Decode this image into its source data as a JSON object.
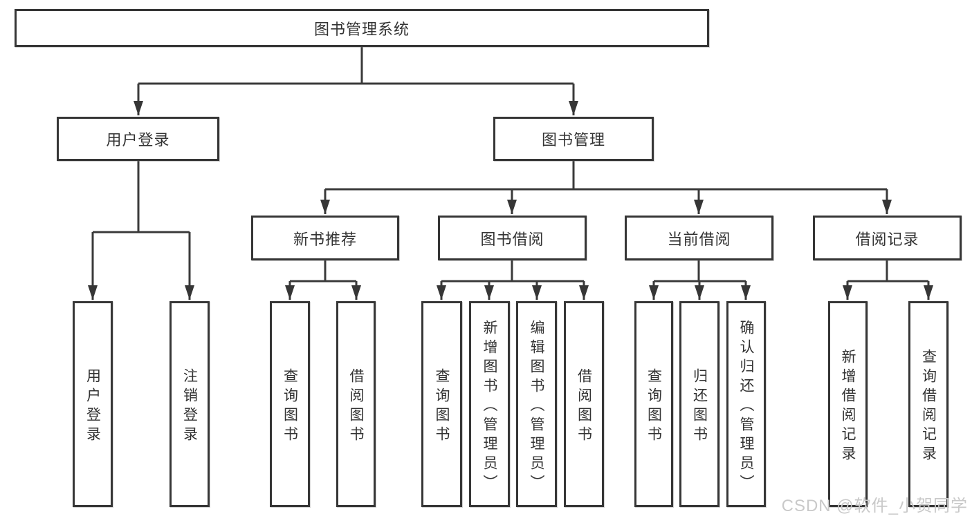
{
  "diagram_type": "hierarchy-tree",
  "colors": {
    "background": "#ffffff",
    "line": "#3a3a3a",
    "box_border": "#363636",
    "text": "#333333",
    "watermark": "#c9c9c9"
  },
  "tree": {
    "label": "图书管理系统",
    "children": [
      {
        "label": "用户登录",
        "children": [
          {
            "label": "用户登录"
          },
          {
            "label": "注销登录"
          }
        ]
      },
      {
        "label": "图书管理",
        "children": [
          {
            "label": "新书推荐",
            "children": [
              {
                "label": "查询图书"
              },
              {
                "label": "借阅图书"
              }
            ]
          },
          {
            "label": "图书借阅",
            "children": [
              {
                "label": "查询图书"
              },
              {
                "label": "新增图书（管理员）"
              },
              {
                "label": "编辑图书（管理员）"
              },
              {
                "label": "借阅图书"
              }
            ]
          },
          {
            "label": "当前借阅",
            "children": [
              {
                "label": "查询图书"
              },
              {
                "label": "归还图书"
              },
              {
                "label": "确认归还（管理员）"
              }
            ]
          },
          {
            "label": "借阅记录",
            "children": [
              {
                "label": "新增借阅记录"
              },
              {
                "label": "查询借阅记录"
              }
            ]
          }
        ]
      }
    ]
  },
  "watermark": {
    "text": "CSDN @软件_小贺同学"
  }
}
